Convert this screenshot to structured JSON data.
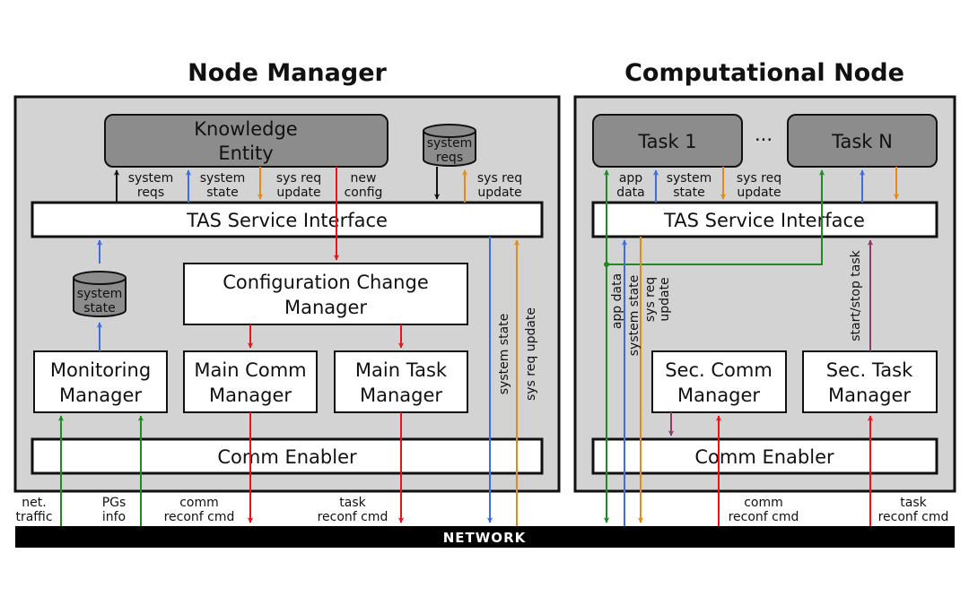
{
  "colors": {
    "black": "#111111",
    "blue": "#3b6fe0",
    "orange": "#e58a12",
    "red": "#e8141a",
    "green": "#1f8a1f",
    "purple": "#8e3a6a",
    "panel": "#d3d3d3",
    "dark_box": "#8c8c8c"
  },
  "node_manager": {
    "title": "Node Manager",
    "knowledge_entity": [
      "Knowledge",
      "Entity"
    ],
    "db_system_reqs": [
      "system",
      "reqs"
    ],
    "db_system_state": [
      "system",
      "state"
    ],
    "tas_service_interface": "TAS Service Interface",
    "config_change_manager": [
      "Configuration Change",
      "Manager"
    ],
    "monitoring_manager": [
      "Monitoring",
      "Manager"
    ],
    "main_comm_manager": [
      "Main Comm",
      "Manager"
    ],
    "main_task_manager": [
      "Main Task",
      "Manager"
    ],
    "comm_enabler": "Comm Enabler",
    "labels": {
      "system_reqs": [
        "system",
        "reqs"
      ],
      "system_state": [
        "system",
        "state"
      ],
      "sys_req_update": [
        "sys req",
        "update"
      ],
      "new_config": [
        "new",
        "config"
      ],
      "sys_req_update_right": [
        "sys req",
        "update"
      ],
      "vertical_system_state": "system state",
      "vertical_sys_req_update": "sys req update"
    }
  },
  "computational_node": {
    "title": "Computational Node",
    "task_1": "Task 1",
    "ellipsis": "···",
    "task_n": "Task N",
    "tas_service_interface": "TAS Service Interface",
    "sec_comm_manager": [
      "Sec. Comm",
      "Manager"
    ],
    "sec_task_manager": [
      "Sec. Task",
      "Manager"
    ],
    "comm_enabler": "Comm Enabler",
    "labels": {
      "app_data": [
        "app",
        "data"
      ],
      "system_state": [
        "system",
        "state"
      ],
      "sys_req_update": [
        "sys req",
        "update"
      ],
      "vertical_app_data": "app data",
      "vertical_system_state": "system state",
      "vertical_sys_req": "sys req",
      "vertical_update": "update",
      "vertical_start_stop": "start/stop task"
    }
  },
  "network": {
    "label": "NETWORK",
    "bottom_labels": {
      "net_traffic": [
        "net.",
        "traffic"
      ],
      "pgs_info": [
        "PGs",
        "info"
      ],
      "comm_reconf_left": [
        "comm",
        "reconf cmd"
      ],
      "task_reconf_left": [
        "task",
        "reconf cmd"
      ],
      "comm_reconf_right": [
        "comm",
        "reconf cmd"
      ],
      "task_reconf_right": [
        "task",
        "reconf cmd"
      ]
    }
  }
}
